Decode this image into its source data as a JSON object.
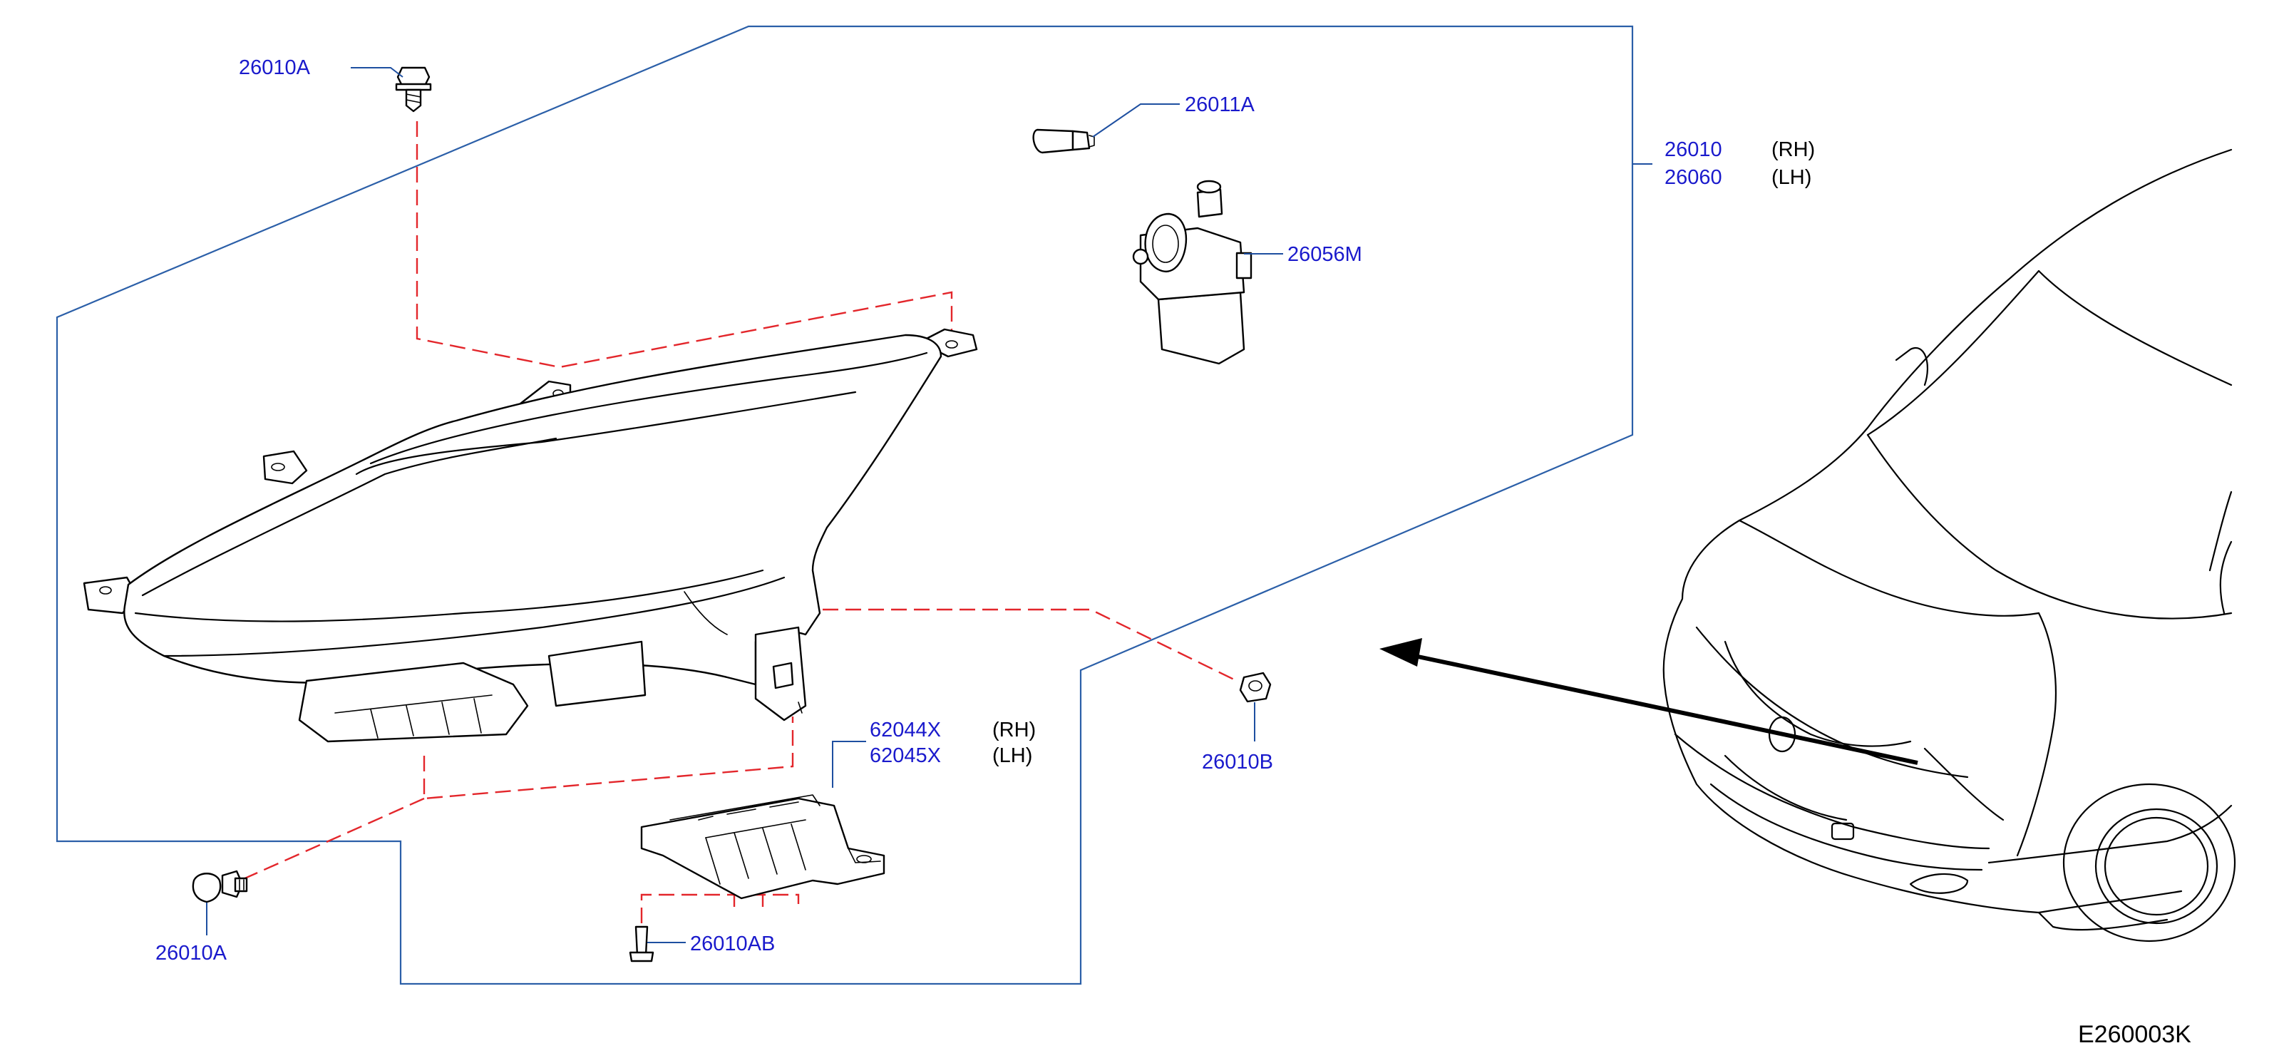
{
  "diagram_code": "E260003K",
  "callouts": {
    "headlamp_rh": "26010",
    "headlamp_rh_side": "(RH)",
    "headlamp_lh": "26060",
    "headlamp_lh_side": "(LH)",
    "bolt_top": "26010A",
    "bulb": "26011A",
    "actuator": "26056M",
    "nut": "26010B",
    "bracket_rh": "62044X",
    "bracket_rh_side": "(RH)",
    "bracket_lh": "62045X",
    "bracket_lh_side": "(LH)",
    "bolt_bottom": "26010A",
    "screw": "26010AB"
  },
  "colors": {
    "callout_text": "#1a1acc",
    "leader_line": "#1e4fa0",
    "hidden_line": "#e3262b",
    "outline": "#000000"
  },
  "icons": [
    "bolt-icon",
    "screw-icon",
    "nut-icon",
    "bulb-icon",
    "actuator-icon",
    "headlamp-icon",
    "bracket-icon",
    "vehicle-icon"
  ]
}
